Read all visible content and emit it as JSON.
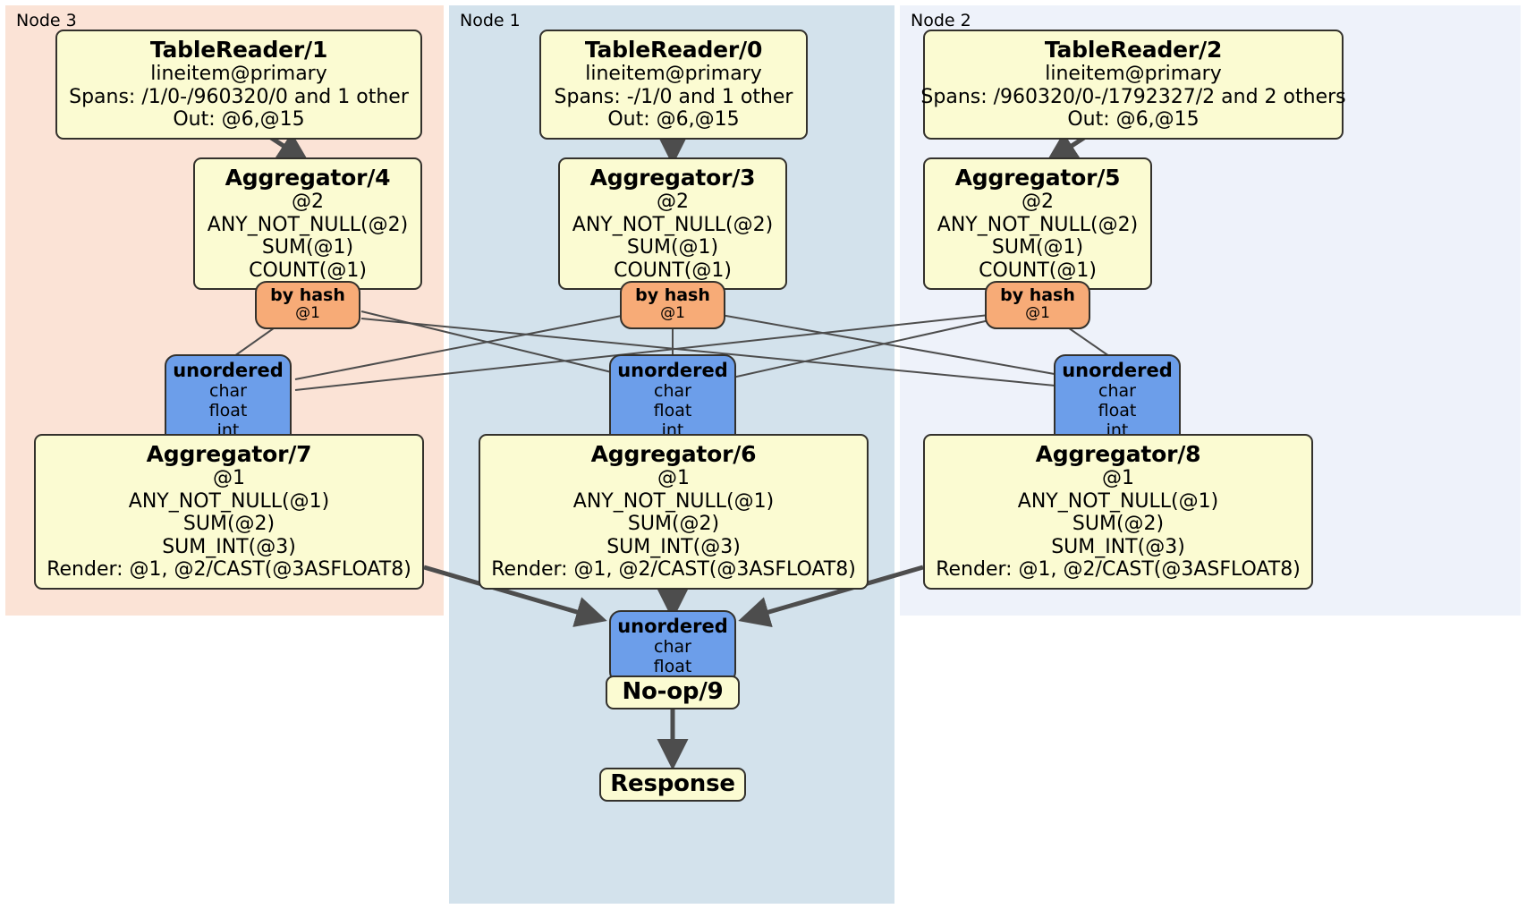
{
  "diagram": {
    "type": "distsql-query-plan",
    "title": "Distributed SQL physical plan",
    "colors": {
      "node3_panel": "#fbe3d6",
      "node1_panel": "#d3e2ec",
      "node2_panel": "#eef2fa",
      "processor_fill": "#fbfbd2",
      "router_fill": "#f7ab77",
      "synchronizer_fill": "#6c9eea",
      "border": "#33312c",
      "edge": "#4d4d4d"
    }
  },
  "nodes": [
    {
      "id": "node3",
      "label": "Node 3"
    },
    {
      "id": "node1",
      "label": "Node 1"
    },
    {
      "id": "node2",
      "label": "Node 2"
    }
  ],
  "processors": {
    "table_reader_1": {
      "title": "TableReader/1",
      "lines": [
        "lineitem@primary",
        "Spans: /1/0-/960320/0 and 1 other",
        "Out: @6,@15"
      ]
    },
    "table_reader_0": {
      "title": "TableReader/0",
      "lines": [
        "lineitem@primary",
        "Spans: -/1/0 and 1 other",
        "Out: @6,@15"
      ]
    },
    "table_reader_2": {
      "title": "TableReader/2",
      "lines": [
        "lineitem@primary",
        "Spans: /960320/0-/1792327/2 and 2 others",
        "Out: @6,@15"
      ]
    },
    "aggregator_4": {
      "title": "Aggregator/4",
      "lines": [
        "@2",
        "ANY_NOT_NULL(@2)",
        "SUM(@1)",
        "COUNT(@1)"
      ]
    },
    "aggregator_3": {
      "title": "Aggregator/3",
      "lines": [
        "@2",
        "ANY_NOT_NULL(@2)",
        "SUM(@1)",
        "COUNT(@1)"
      ]
    },
    "aggregator_5": {
      "title": "Aggregator/5",
      "lines": [
        "@2",
        "ANY_NOT_NULL(@2)",
        "SUM(@1)",
        "COUNT(@1)"
      ]
    },
    "aggregator_7": {
      "title": "Aggregator/7",
      "lines": [
        "@1",
        "ANY_NOT_NULL(@1)",
        "SUM(@2)",
        "SUM_INT(@3)",
        "Render: @1, @2/CAST(@3ASFLOAT8)"
      ]
    },
    "aggregator_6": {
      "title": "Aggregator/6",
      "lines": [
        "@1",
        "ANY_NOT_NULL(@1)",
        "SUM(@2)",
        "SUM_INT(@3)",
        "Render: @1, @2/CAST(@3ASFLOAT8)"
      ]
    },
    "aggregator_8": {
      "title": "Aggregator/8",
      "lines": [
        "@1",
        "ANY_NOT_NULL(@1)",
        "SUM(@2)",
        "SUM_INT(@3)",
        "Render: @1, @2/CAST(@3ASFLOAT8)"
      ]
    },
    "noop_9": {
      "title": "No-op/9",
      "lines": []
    },
    "response": {
      "title": "Response",
      "lines": []
    }
  },
  "routers": {
    "hash_4": {
      "title": "by hash",
      "lines": [
        "@1"
      ]
    },
    "hash_3": {
      "title": "by hash",
      "lines": [
        "@1"
      ]
    },
    "hash_5": {
      "title": "by hash",
      "lines": [
        "@1"
      ]
    }
  },
  "synchronizers": {
    "sync_7": {
      "title": "unordered",
      "lines": [
        "char",
        "float",
        "int"
      ]
    },
    "sync_6": {
      "title": "unordered",
      "lines": [
        "char",
        "float",
        "int"
      ]
    },
    "sync_8": {
      "title": "unordered",
      "lines": [
        "char",
        "float",
        "int"
      ]
    },
    "sync_9": {
      "title": "unordered",
      "lines": [
        "char",
        "float"
      ]
    }
  }
}
